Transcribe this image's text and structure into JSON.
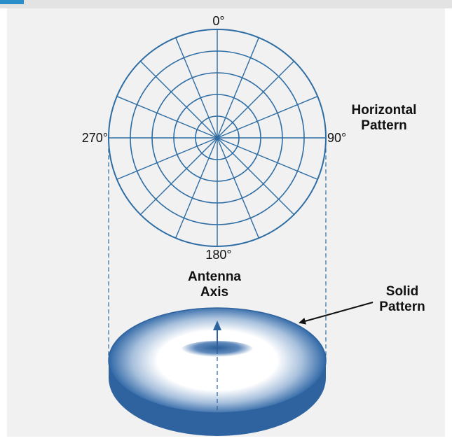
{
  "polar": {
    "top_label": "0°",
    "right_label": "90°",
    "bottom_label": "180°",
    "left_label": "270°",
    "radial_lines": 16,
    "rings": 5,
    "color": "#2e6da4"
  },
  "labels": {
    "horizontal_line1": "Horizontal",
    "horizontal_line2": "Pattern",
    "antenna_line1": "Antenna",
    "antenna_line2": "Axis",
    "solid_line1": "Solid",
    "solid_line2": "Pattern"
  },
  "colors": {
    "panel": "#f1f1f1",
    "line": "#2e6da4",
    "torus_dark": "#2c5f9a",
    "torus_light": "#ffffff"
  }
}
